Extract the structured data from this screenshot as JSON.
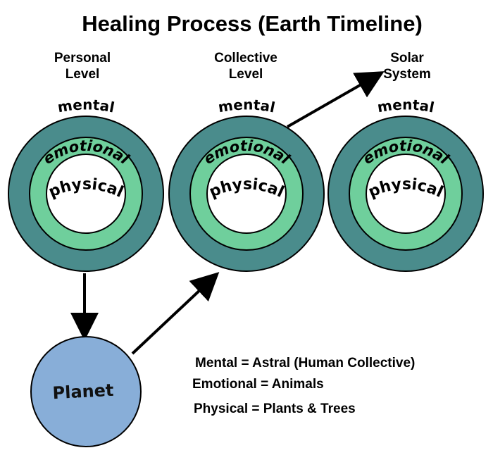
{
  "title": "Healing Process (Earth Timeline)",
  "levels": [
    {
      "label_line1": "Personal",
      "label_line2": "Level",
      "rings": {
        "outer": "mental",
        "middle": "emotional",
        "inner": "physical"
      }
    },
    {
      "label_line1": "Collective",
      "label_line2": "Level",
      "rings": {
        "outer": "mental",
        "middle": "emotional",
        "inner": "physical"
      }
    },
    {
      "label_line1": "Solar",
      "label_line2": "System",
      "rings": {
        "outer": "mental",
        "middle": "emotional",
        "inner": "physical"
      }
    }
  ],
  "planet": {
    "label": "Planet"
  },
  "legend": [
    "Mental = Astral (Human Collective)",
    "Emotional = Animals",
    "Physical = Plants & Trees"
  ],
  "colors": {
    "outer_ring": "#4a8c8c",
    "middle_ring": "#6fcf9c",
    "inner_circle": "#ffffff",
    "planet": "#88aed8",
    "stroke": "#000000"
  }
}
